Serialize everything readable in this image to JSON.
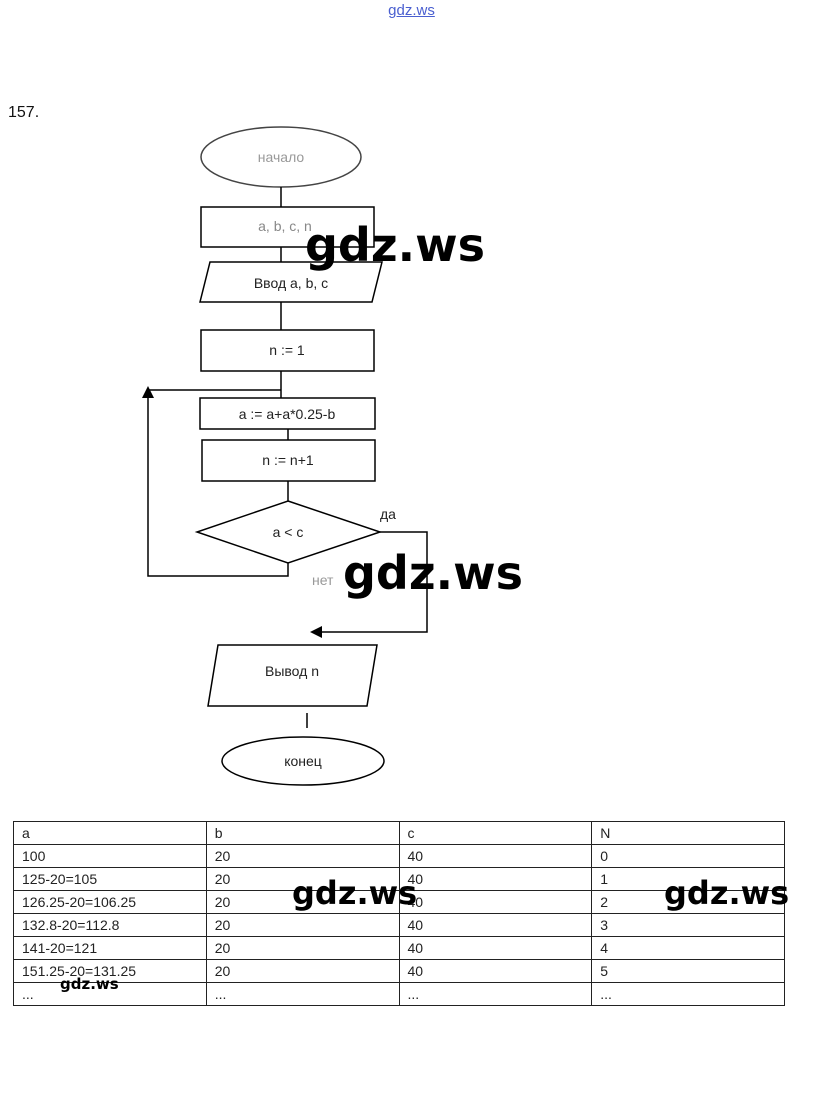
{
  "watermark_top": "gdz.ws",
  "watermark": "gdz.ws",
  "problem_number": "157.",
  "flowchart": {
    "start": "начало",
    "vars": "a, b, c, n",
    "input": "Ввод a, b, c",
    "init": "n := 1",
    "update_a": "a := a+a*0.25-b",
    "increment": "n := n+1",
    "condition": "a < c",
    "yes": "да",
    "no": "нет",
    "output": "Вывод n",
    "end": "конец"
  },
  "table": {
    "headers": [
      "a",
      "b",
      "c",
      "N"
    ],
    "rows": [
      [
        "100",
        "20",
        "40",
        "0"
      ],
      [
        "125-20=105",
        "20",
        "40",
        "1"
      ],
      [
        "126.25-20=106.25",
        "20",
        "40",
        "2"
      ],
      [
        "132.8-20=112.8",
        "20",
        "40",
        "3"
      ],
      [
        "141-20=121",
        "20",
        "40",
        "4"
      ],
      [
        "151.25-20=131.25",
        "20",
        "40",
        "5"
      ],
      [
        "...",
        "...",
        "...",
        "..."
      ]
    ]
  }
}
